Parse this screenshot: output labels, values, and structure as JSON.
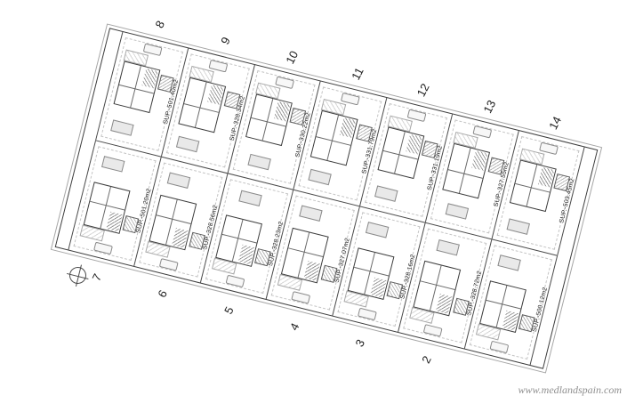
{
  "watermark": "www.medlandspain.com",
  "colors": {
    "linework": "#3d3d3d",
    "hatch": "#9a9a9a",
    "watermark_text": "#909090"
  },
  "icons": {
    "benchmark_marker": "circle-cross",
    "car_icon": "parked-car-outline"
  },
  "site_plan": {
    "rows": [
      {
        "side": "top",
        "plots": [
          {
            "number": "8",
            "sup": "SUP.-501.40m2"
          },
          {
            "number": "9",
            "sup": "SUP.-328.34m2"
          },
          {
            "number": "10",
            "sup": "SUP.-330.22m2"
          },
          {
            "number": "11",
            "sup": "SUP.-331.79m2"
          },
          {
            "number": "12",
            "sup": "SUP.-331.19m2"
          },
          {
            "number": "13",
            "sup": "SUP.-327.55m2"
          },
          {
            "number": "14",
            "sup": "SUP.-503.45m2"
          }
        ]
      },
      {
        "side": "bottom",
        "plots": [
          {
            "number": "7",
            "sup": "SUP.-501.20m2"
          },
          {
            "number": "6",
            "sup": "SUP.-328.56m2"
          },
          {
            "number": "5",
            "sup": "SUP.-328.23m2"
          },
          {
            "number": "4",
            "sup": "SUP.-327.07m2"
          },
          {
            "number": "3",
            "sup": "SUP.-328.16m2"
          },
          {
            "number": "2",
            "sup": "SUP.-328.72m2"
          },
          {
            "number": "",
            "sup": "SUP.-500.12m2"
          }
        ]
      }
    ]
  }
}
